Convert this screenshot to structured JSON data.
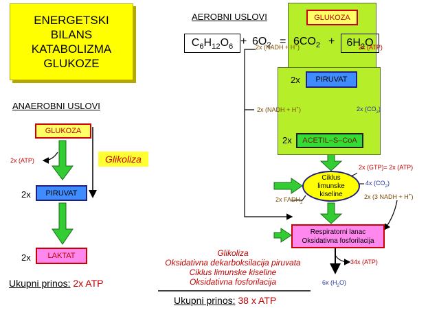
{
  "title": {
    "line1": "ENERGETSKI",
    "line2": "BILANS",
    "line3": "KATABOLIZMA",
    "line4": "GLUKOZE"
  },
  "anaerobic": {
    "heading": "ANAEROBNI USLOVI",
    "glucose": "GLUKOZA",
    "atp": "2x (ATP)",
    "glycolysis": "Glikoliza",
    "mult1": "2x",
    "pyruvate": "PIRUVAT",
    "mult2": "2x",
    "lactate": "LAKTAT",
    "yield_label": "Ukupni prinos:",
    "yield_value": "2x ATP"
  },
  "aerobic": {
    "heading": "AEROBNI USLOVI",
    "equation": {
      "c6": "C",
      "c6_sub1": "6",
      "h": "H",
      "h_sub": "12",
      "o": "O",
      "o_sub": "6",
      "plus1": "+",
      "o2_coef": "6O",
      "o2_sub": "2",
      "eq": "=",
      "co2_coef": "6CO",
      "co2_sub": "2",
      "plus2": "+",
      "h2o": "6H",
      "h2o_sub": "2",
      "h2o_o": "O"
    },
    "glucose": "GLUKOZA",
    "nadh_top": "2x (NADH + H",
    "nadh_top_sup": "+",
    "nadh_top_close": ")",
    "atp_top": "2x (ATP)",
    "mult_pyruvate": "2x",
    "pyruvate": "PIRUVAT",
    "nadh_mid": "2x (NADH + H",
    "nadh_mid_sup": "+",
    "nadh_mid_close": ")",
    "co2_mid": "2x (CO",
    "co2_mid_sub": "2",
    "co2_mid_close": ")",
    "mult_acetyl": "2x",
    "acetyl": "ACETIL–S–CoA",
    "krebs": "Ciklus limunske kiseline",
    "gtp": "2x (GTP)= 2x (ATP)",
    "co2_krebs": "4x (CO",
    "co2_krebs_sub": "2",
    "co2_krebs_close": ")",
    "fadh": "2x FADH",
    "fadh_sub": "2",
    "nadh_krebs": "2x (3 NADH + H",
    "nadh_krebs_sup": "+",
    "nadh_krebs_close": ")",
    "resp_line1": "Respiratorni lanac",
    "resp_line2": "Oksidativna fosforilacija",
    "atp_final": "34x (ATP)",
    "h2o_final": "6x (H",
    "h2o_final_sub": "2",
    "h2o_final_close": "O)",
    "summary": [
      "Glikoliza",
      "Oksidativna dekarboksilacija piruvata",
      "Ciklus limunske kiseline",
      "Oksidativna fosforilacija"
    ],
    "yield_label": "Ukupni prinos:",
    "yield_value": "38 x ATP"
  },
  "colors": {
    "yellow": "#ffff00",
    "green_bg": "#b6ef2a",
    "arrow_green": "#33cc33",
    "red": "#c00000",
    "blue_box": "#3f8cff",
    "pink_box": "#ff88ee"
  }
}
